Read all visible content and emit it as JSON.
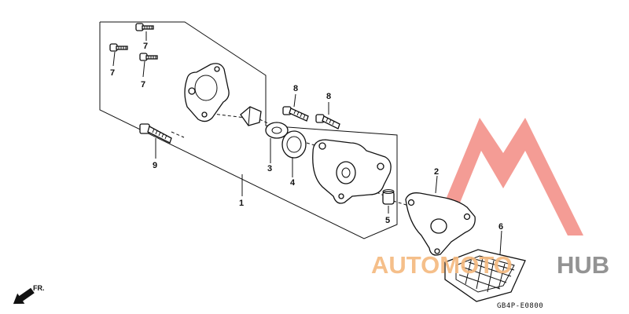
{
  "diagram": {
    "code": "GB4P-E0800",
    "direction_label": "FR.",
    "callouts": [
      {
        "id": "c1",
        "text": "1"
      },
      {
        "id": "c2",
        "text": "2"
      },
      {
        "id": "c3",
        "text": "3"
      },
      {
        "id": "c4",
        "text": "4"
      },
      {
        "id": "c5",
        "text": "5"
      },
      {
        "id": "c6",
        "text": "6"
      },
      {
        "id": "c7a",
        "text": "7"
      },
      {
        "id": "c7b",
        "text": "7"
      },
      {
        "id": "c7c",
        "text": "7"
      },
      {
        "id": "c8a",
        "text": "8"
      },
      {
        "id": "c8b",
        "text": "8"
      },
      {
        "id": "c9",
        "text": "9"
      }
    ]
  },
  "watermark": {
    "part1": "AUTOMOTO",
    "part2": "HUB",
    "color_primary": "#f59a8f",
    "color_secondary": "#f5c48a",
    "color_hub": "#8a8a8a"
  }
}
